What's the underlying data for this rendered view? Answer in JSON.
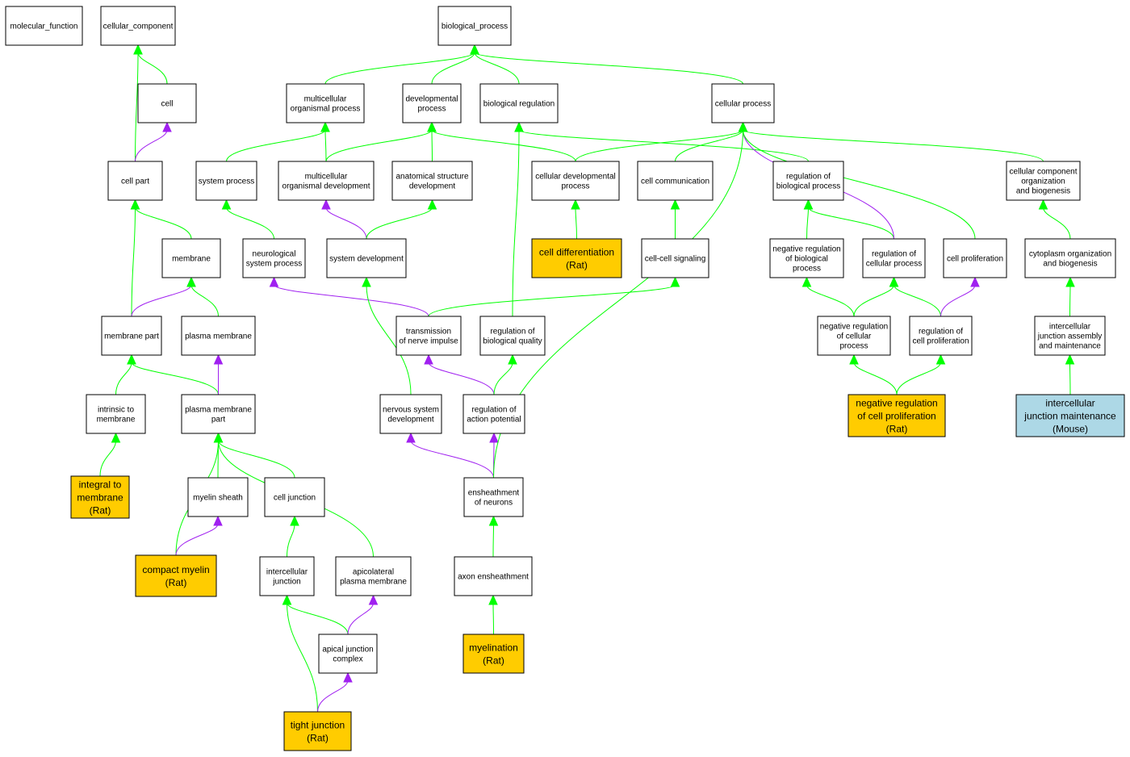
{
  "colors": {
    "default": "#ffffff",
    "rat": "#ffcc00",
    "mouse": "#add8e6",
    "is_a": "#00ff00",
    "part_of": "#a020f0"
  },
  "legend": {
    "is_a_color": "#00ff00",
    "part_of_color": "#a020f0"
  },
  "nodes": [
    {
      "id": "molecular_function",
      "lines": [
        "molecular_function"
      ],
      "kind": "default"
    },
    {
      "id": "cellular_component",
      "lines": [
        "cellular_component"
      ],
      "kind": "default"
    },
    {
      "id": "biological_process",
      "lines": [
        "biological_process"
      ],
      "kind": "default"
    },
    {
      "id": "cell",
      "lines": [
        "cell"
      ],
      "kind": "default"
    },
    {
      "id": "multicellular_organismal_process",
      "lines": [
        "multicellular",
        "organismal process"
      ],
      "kind": "default"
    },
    {
      "id": "developmental_process",
      "lines": [
        "developmental",
        "process"
      ],
      "kind": "default"
    },
    {
      "id": "biological_regulation",
      "lines": [
        "biological regulation"
      ],
      "kind": "default"
    },
    {
      "id": "cellular_process",
      "lines": [
        "cellular process"
      ],
      "kind": "default"
    },
    {
      "id": "cell_part",
      "lines": [
        "cell part"
      ],
      "kind": "default"
    },
    {
      "id": "system_process",
      "lines": [
        "system process"
      ],
      "kind": "default"
    },
    {
      "id": "multicellular_organismal_development",
      "lines": [
        "multicellular",
        "organismal development"
      ],
      "kind": "default"
    },
    {
      "id": "anatomical_structure_development",
      "lines": [
        "anatomical structure",
        "development"
      ],
      "kind": "default"
    },
    {
      "id": "cellular_developmental_process",
      "lines": [
        "cellular developmental",
        "process"
      ],
      "kind": "default"
    },
    {
      "id": "cell_communication",
      "lines": [
        "cell communication"
      ],
      "kind": "default"
    },
    {
      "id": "regulation_of_biological_process",
      "lines": [
        "regulation of",
        "biological process"
      ],
      "kind": "default"
    },
    {
      "id": "cellular_component_organization",
      "lines": [
        "cellular component",
        "organization",
        "and biogenesis"
      ],
      "kind": "default"
    },
    {
      "id": "membrane",
      "lines": [
        "membrane"
      ],
      "kind": "default"
    },
    {
      "id": "neurological_system_process",
      "lines": [
        "neurological",
        "system process"
      ],
      "kind": "default"
    },
    {
      "id": "system_development",
      "lines": [
        "system development"
      ],
      "kind": "default"
    },
    {
      "id": "cell_differentiation",
      "lines": [
        "cell differentiation",
        "(Rat)"
      ],
      "kind": "rat"
    },
    {
      "id": "cell_cell_signaling",
      "lines": [
        "cell-cell signaling"
      ],
      "kind": "default"
    },
    {
      "id": "negative_regulation_of_biological_process",
      "lines": [
        "negative regulation",
        "of biological",
        "process"
      ],
      "kind": "default"
    },
    {
      "id": "regulation_of_cellular_process",
      "lines": [
        "regulation of",
        "cellular process"
      ],
      "kind": "default"
    },
    {
      "id": "cell_proliferation",
      "lines": [
        "cell proliferation"
      ],
      "kind": "default"
    },
    {
      "id": "cytoplasm_organization",
      "lines": [
        "cytoplasm organization",
        "and biogenesis"
      ],
      "kind": "default"
    },
    {
      "id": "membrane_part",
      "lines": [
        "membrane part"
      ],
      "kind": "default"
    },
    {
      "id": "plasma_membrane",
      "lines": [
        "plasma membrane"
      ],
      "kind": "default"
    },
    {
      "id": "transmission_of_nerve_impulse",
      "lines": [
        "transmission",
        "of nerve impulse"
      ],
      "kind": "default"
    },
    {
      "id": "regulation_of_biological_quality",
      "lines": [
        "regulation of",
        "biological quality"
      ],
      "kind": "default"
    },
    {
      "id": "negative_regulation_of_cellular_process",
      "lines": [
        "negative regulation",
        "of cellular",
        "process"
      ],
      "kind": "default"
    },
    {
      "id": "regulation_of_cell_proliferation",
      "lines": [
        "regulation of",
        "cell proliferation"
      ],
      "kind": "default"
    },
    {
      "id": "intercellular_junction_assembly",
      "lines": [
        "intercellular",
        "junction assembly",
        "and maintenance"
      ],
      "kind": "default"
    },
    {
      "id": "intrinsic_to_membrane",
      "lines": [
        "intrinsic to",
        "membrane"
      ],
      "kind": "default"
    },
    {
      "id": "plasma_membrane_part",
      "lines": [
        "plasma membrane",
        "part"
      ],
      "kind": "default"
    },
    {
      "id": "nervous_system_development",
      "lines": [
        "nervous system",
        "development"
      ],
      "kind": "default"
    },
    {
      "id": "regulation_of_action_potential",
      "lines": [
        "regulation of",
        "action potential"
      ],
      "kind": "default"
    },
    {
      "id": "negative_regulation_of_cell_proliferation",
      "lines": [
        "negative regulation",
        "of cell proliferation",
        "(Rat)"
      ],
      "kind": "rat"
    },
    {
      "id": "intercellular_junction_maintenance",
      "lines": [
        "intercellular",
        "junction maintenance",
        "(Mouse)"
      ],
      "kind": "mouse"
    },
    {
      "id": "integral_to_membrane",
      "lines": [
        "integral to",
        "membrane",
        "(Rat)"
      ],
      "kind": "rat"
    },
    {
      "id": "myelin_sheath",
      "lines": [
        "myelin sheath"
      ],
      "kind": "default"
    },
    {
      "id": "cell_junction",
      "lines": [
        "cell junction"
      ],
      "kind": "default"
    },
    {
      "id": "ensheathment_of_neurons",
      "lines": [
        "ensheathment",
        "of neurons"
      ],
      "kind": "default"
    },
    {
      "id": "compact_myelin",
      "lines": [
        "compact myelin",
        "(Rat)"
      ],
      "kind": "rat"
    },
    {
      "id": "intercellular_junction",
      "lines": [
        "intercellular",
        "junction"
      ],
      "kind": "default"
    },
    {
      "id": "apicolateral_plasma_membrane",
      "lines": [
        "apicolateral",
        "plasma membrane"
      ],
      "kind": "default"
    },
    {
      "id": "axon_ensheathment",
      "lines": [
        "axon ensheathment"
      ],
      "kind": "default"
    },
    {
      "id": "apical_junction_complex",
      "lines": [
        "apical junction",
        "complex"
      ],
      "kind": "default"
    },
    {
      "id": "myelination",
      "lines": [
        "myelination",
        "(Rat)"
      ],
      "kind": "rat"
    },
    {
      "id": "tight_junction",
      "lines": [
        "tight junction",
        "(Rat)"
      ],
      "kind": "rat"
    }
  ],
  "edges": [
    {
      "from": "cell",
      "to": "cellular_component",
      "rel": "is_a"
    },
    {
      "from": "cell_part",
      "to": "cellular_component",
      "rel": "is_a"
    },
    {
      "from": "cell_part",
      "to": "cell",
      "rel": "part_of"
    },
    {
      "from": "membrane",
      "to": "cell_part",
      "rel": "is_a"
    },
    {
      "from": "membrane_part",
      "to": "cell_part",
      "rel": "is_a"
    },
    {
      "from": "membrane_part",
      "to": "membrane",
      "rel": "part_of"
    },
    {
      "from": "plasma_membrane",
      "to": "membrane",
      "rel": "is_a"
    },
    {
      "from": "intrinsic_to_membrane",
      "to": "membrane_part",
      "rel": "is_a"
    },
    {
      "from": "integral_to_membrane",
      "to": "intrinsic_to_membrane",
      "rel": "is_a"
    },
    {
      "from": "plasma_membrane_part",
      "to": "membrane_part",
      "rel": "is_a"
    },
    {
      "from": "plasma_membrane_part",
      "to": "plasma_membrane",
      "rel": "part_of"
    },
    {
      "from": "myelin_sheath",
      "to": "plasma_membrane_part",
      "rel": "is_a"
    },
    {
      "from": "cell_junction",
      "to": "plasma_membrane_part",
      "rel": "is_a"
    },
    {
      "from": "compact_myelin",
      "to": "plasma_membrane_part",
      "rel": "is_a"
    },
    {
      "from": "compact_myelin",
      "to": "myelin_sheath",
      "rel": "part_of"
    },
    {
      "from": "apicolateral_plasma_membrane",
      "to": "plasma_membrane_part",
      "rel": "is_a"
    },
    {
      "from": "intercellular_junction",
      "to": "cell_junction",
      "rel": "is_a"
    },
    {
      "from": "apical_junction_complex",
      "to": "intercellular_junction",
      "rel": "is_a"
    },
    {
      "from": "apical_junction_complex",
      "to": "apicolateral_plasma_membrane",
      "rel": "part_of"
    },
    {
      "from": "tight_junction",
      "to": "intercellular_junction",
      "rel": "is_a"
    },
    {
      "from": "tight_junction",
      "to": "apical_junction_complex",
      "rel": "part_of"
    },
    {
      "from": "multicellular_organismal_process",
      "to": "biological_process",
      "rel": "is_a"
    },
    {
      "from": "developmental_process",
      "to": "biological_process",
      "rel": "is_a"
    },
    {
      "from": "biological_regulation",
      "to": "biological_process",
      "rel": "is_a"
    },
    {
      "from": "cellular_process",
      "to": "biological_process",
      "rel": "is_a"
    },
    {
      "from": "system_process",
      "to": "multicellular_organismal_process",
      "rel": "is_a"
    },
    {
      "from": "multicellular_organismal_development",
      "to": "multicellular_organismal_process",
      "rel": "is_a"
    },
    {
      "from": "multicellular_organismal_development",
      "to": "developmental_process",
      "rel": "is_a"
    },
    {
      "from": "anatomical_structure_development",
      "to": "developmental_process",
      "rel": "is_a"
    },
    {
      "from": "cellular_developmental_process",
      "to": "developmental_process",
      "rel": "is_a"
    },
    {
      "from": "cellular_developmental_process",
      "to": "cellular_process",
      "rel": "is_a"
    },
    {
      "from": "cell_communication",
      "to": "cellular_process",
      "rel": "is_a"
    },
    {
      "from": "regulation_of_biological_process",
      "to": "biological_regulation",
      "rel": "is_a"
    },
    {
      "from": "cellular_component_organization",
      "to": "cellular_process",
      "rel": "is_a"
    },
    {
      "from": "neurological_system_process",
      "to": "system_process",
      "rel": "is_a"
    },
    {
      "from": "system_development",
      "to": "multicellular_organismal_development",
      "rel": "part_of"
    },
    {
      "from": "system_development",
      "to": "anatomical_structure_development",
      "rel": "is_a"
    },
    {
      "from": "cell_differentiation",
      "to": "cellular_developmental_process",
      "rel": "is_a"
    },
    {
      "from": "cell_cell_signaling",
      "to": "cell_communication",
      "rel": "is_a"
    },
    {
      "from": "negative_regulation_of_biological_process",
      "to": "regulation_of_biological_process",
      "rel": "is_a"
    },
    {
      "from": "regulation_of_cellular_process",
      "to": "regulation_of_biological_process",
      "rel": "is_a"
    },
    {
      "from": "regulation_of_cellular_process",
      "to": "cellular_process",
      "rel": "part_of"
    },
    {
      "from": "cell_proliferation",
      "to": "cellular_process",
      "rel": "is_a"
    },
    {
      "from": "cytoplasm_organization",
      "to": "cellular_component_organization",
      "rel": "is_a"
    },
    {
      "from": "transmission_of_nerve_impulse",
      "to": "neurological_system_process",
      "rel": "part_of"
    },
    {
      "from": "transmission_of_nerve_impulse",
      "to": "cell_cell_signaling",
      "rel": "is_a"
    },
    {
      "from": "regulation_of_biological_quality",
      "to": "biological_regulation",
      "rel": "is_a"
    },
    {
      "from": "negative_regulation_of_cellular_process",
      "to": "negative_regulation_of_biological_process",
      "rel": "is_a"
    },
    {
      "from": "negative_regulation_of_cellular_process",
      "to": "regulation_of_cellular_process",
      "rel": "is_a"
    },
    {
      "from": "regulation_of_cell_proliferation",
      "to": "regulation_of_cellular_process",
      "rel": "is_a"
    },
    {
      "from": "regulation_of_cell_proliferation",
      "to": "cell_proliferation",
      "rel": "part_of"
    },
    {
      "from": "intercellular_junction_assembly",
      "to": "cytoplasm_organization",
      "rel": "is_a"
    },
    {
      "from": "nervous_system_development",
      "to": "system_development",
      "rel": "is_a"
    },
    {
      "from": "regulation_of_action_potential",
      "to": "transmission_of_nerve_impulse",
      "rel": "part_of"
    },
    {
      "from": "regulation_of_action_potential",
      "to": "regulation_of_biological_quality",
      "rel": "is_a"
    },
    {
      "from": "negative_regulation_of_cell_proliferation",
      "to": "negative_regulation_of_cellular_process",
      "rel": "is_a"
    },
    {
      "from": "negative_regulation_of_cell_proliferation",
      "to": "regulation_of_cell_proliferation",
      "rel": "is_a"
    },
    {
      "from": "intercellular_junction_maintenance",
      "to": "intercellular_junction_assembly",
      "rel": "is_a"
    },
    {
      "from": "ensheathment_of_neurons",
      "to": "nervous_system_development",
      "rel": "part_of"
    },
    {
      "from": "ensheathment_of_neurons",
      "to": "regulation_of_action_potential",
      "rel": "part_of"
    },
    {
      "from": "ensheathment_of_neurons",
      "to": "cellular_process",
      "rel": "is_a"
    },
    {
      "from": "axon_ensheathment",
      "to": "ensheathment_of_neurons",
      "rel": "is_a"
    },
    {
      "from": "myelination",
      "to": "axon_ensheathment",
      "rel": "is_a"
    }
  ]
}
